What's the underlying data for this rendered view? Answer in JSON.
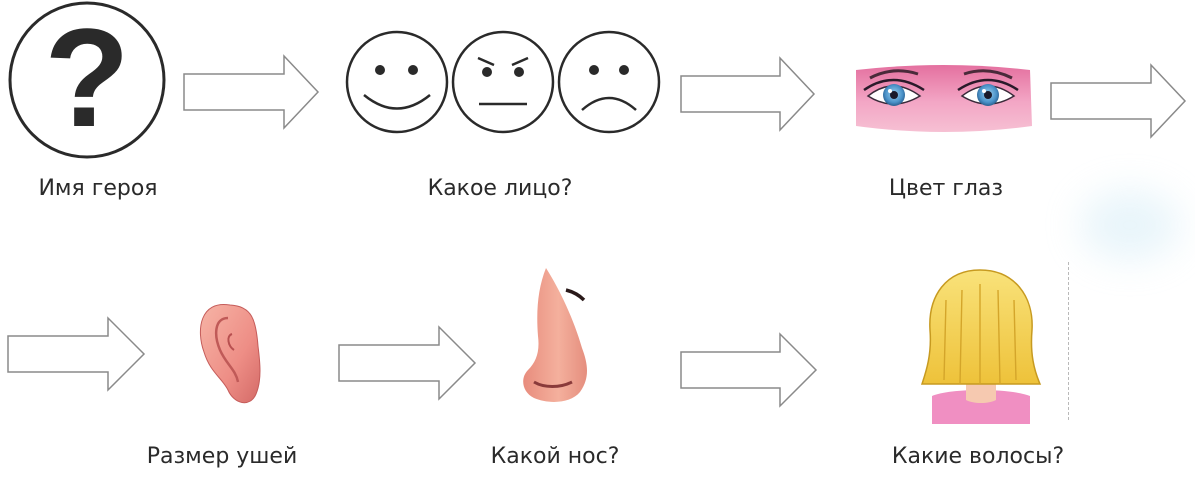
{
  "labels": {
    "hero_name": "Имя героя",
    "face": "Какое лицо?",
    "eye_color": "Цвет глаз",
    "ear_size": "Размер ушей",
    "nose": "Какой нос?",
    "hair": "Какие волосы?"
  },
  "question_mark": "?",
  "colors": {
    "outline": "#2a2a2a",
    "arrow_stroke": "#8a8a8a",
    "skin": "#f2a7a0",
    "eye_iris": "#5aa3d8",
    "eye_skin": "#e98fb2",
    "hair": "#f4d34a",
    "shirt": "#f08fc2"
  }
}
